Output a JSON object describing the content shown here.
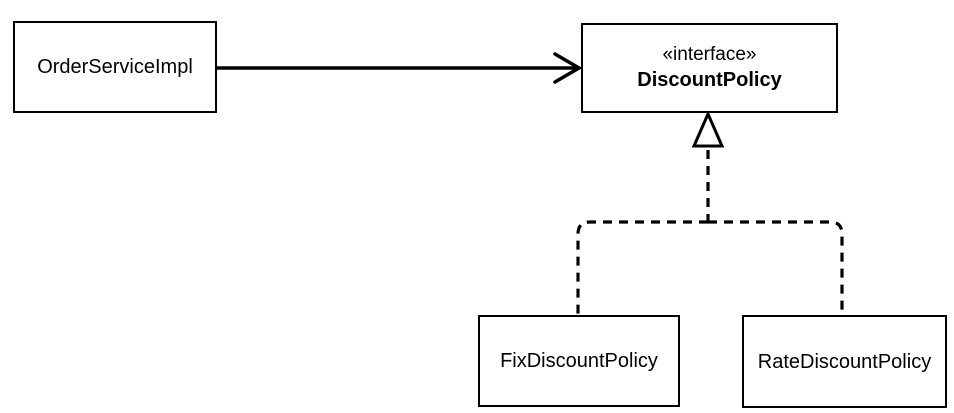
{
  "diagram": {
    "nodes": {
      "order_service_impl": {
        "label": "OrderServiceImpl"
      },
      "discount_policy": {
        "stereotype": "«interface»",
        "name": "DiscountPolicy"
      },
      "fix_discount_policy": {
        "label": "FixDiscountPolicy"
      },
      "rate_discount_policy": {
        "label": "RateDiscountPolicy"
      }
    },
    "edges": [
      {
        "from": "OrderServiceImpl",
        "to": "DiscountPolicy",
        "kind": "directed-association",
        "style": "solid-open-arrow"
      },
      {
        "from": "FixDiscountPolicy",
        "to": "DiscountPolicy",
        "kind": "realization",
        "style": "dashed-hollow-triangle"
      },
      {
        "from": "RateDiscountPolicy",
        "to": "DiscountPolicy",
        "kind": "realization",
        "style": "dashed-hollow-triangle"
      }
    ],
    "colors": {
      "line": "#000000",
      "text": "#000000",
      "node_fill": "#ffffff",
      "background": "#ffffff"
    }
  }
}
